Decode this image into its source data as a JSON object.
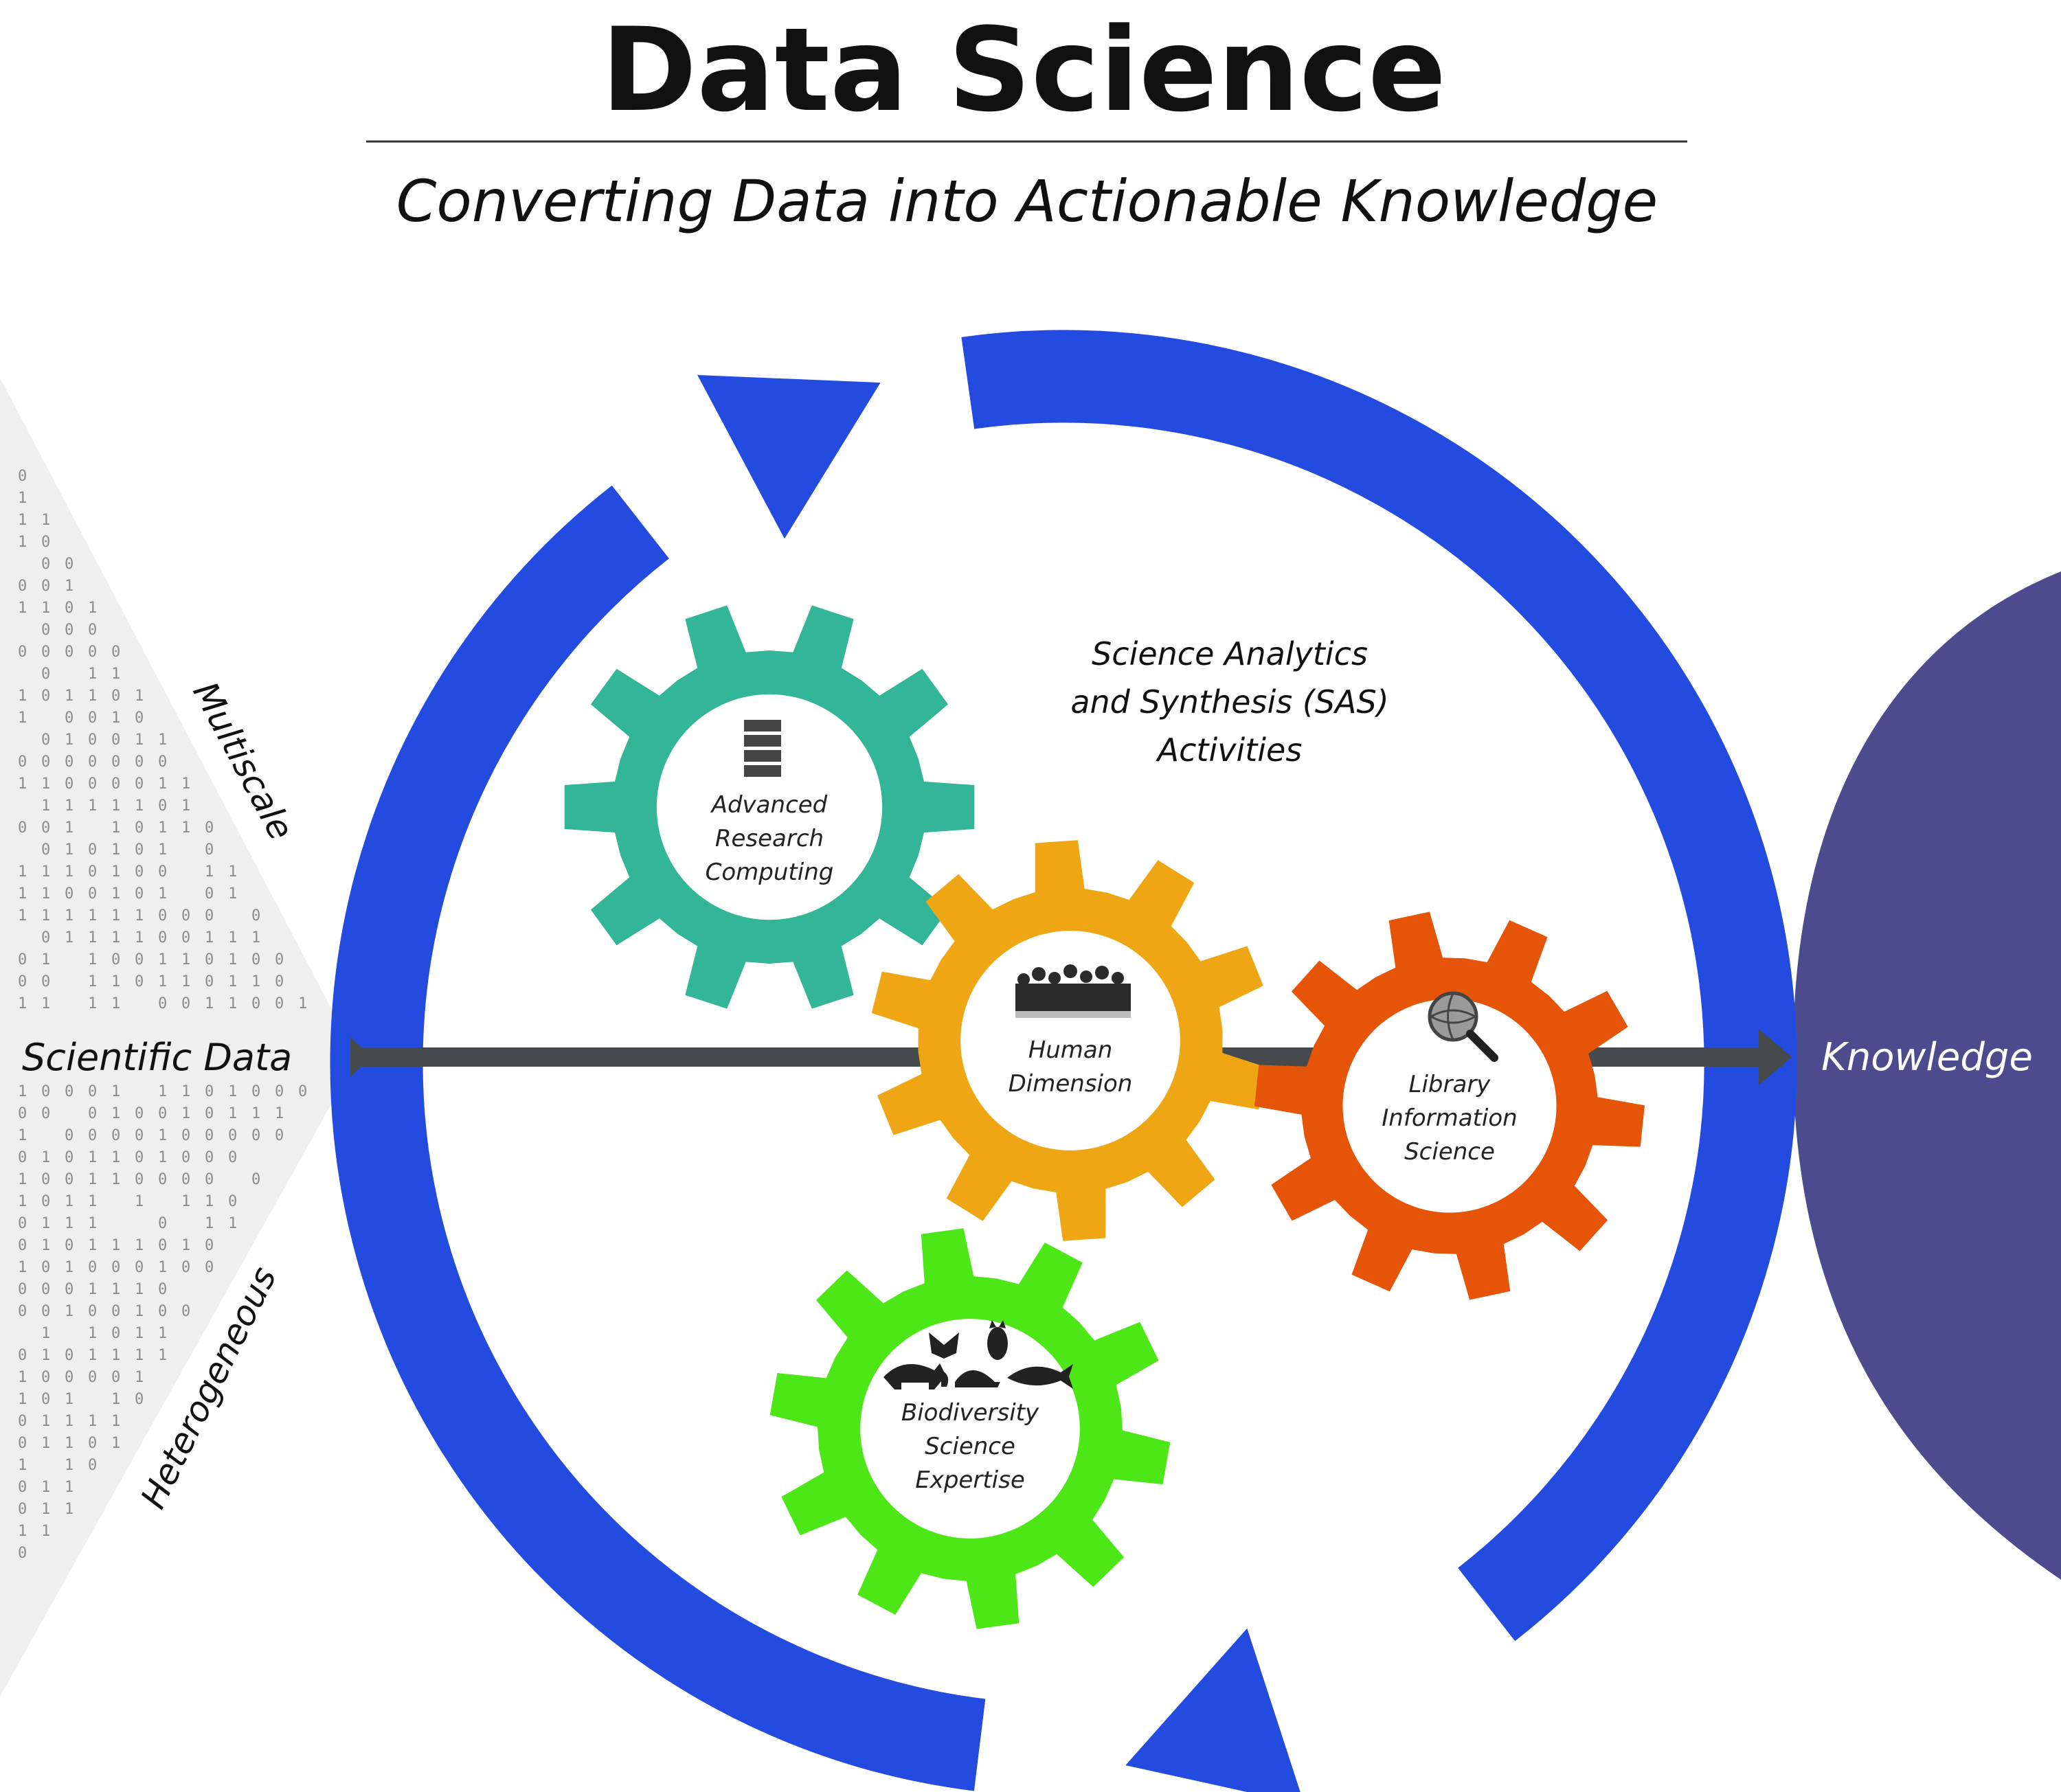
{
  "header": {
    "title": "Data Science",
    "subtitle": "Converting Data into Actionable Knowledge"
  },
  "input": {
    "label": "Scientific Data",
    "upper_label": "Multiscale",
    "lower_label": "Heterogeneous"
  },
  "output": {
    "label": "Knowledge"
  },
  "cycle": {
    "label_lines": [
      "Science Analytics",
      "and Synthesis (SAS)",
      "Activities"
    ]
  },
  "gears": [
    {
      "id": "arc",
      "label_lines": [
        "Advanced",
        "Research",
        "Computing"
      ],
      "color": "#33b597",
      "icon": "server-rack-icon"
    },
    {
      "id": "hd",
      "label_lines": [
        "Human",
        "Dimension"
      ],
      "color": "#efa614",
      "icon": "crowd-silhouette-icon"
    },
    {
      "id": "lis",
      "label_lines": [
        "Library",
        "Information",
        "Science"
      ],
      "color": "#e55407",
      "icon": "globe-magnifier-icon"
    },
    {
      "id": "bse",
      "label_lines": [
        "Biodiversity",
        "Science",
        "Expertise"
      ],
      "color": "#4de617",
      "icon": "animal-silhouettes-icon"
    }
  ],
  "colors": {
    "cycle_blue": "#244bdf",
    "knowledge_purple": "#4b4b8d",
    "axis_gray": "#464a4c",
    "wedge_gray": "#efefef"
  }
}
